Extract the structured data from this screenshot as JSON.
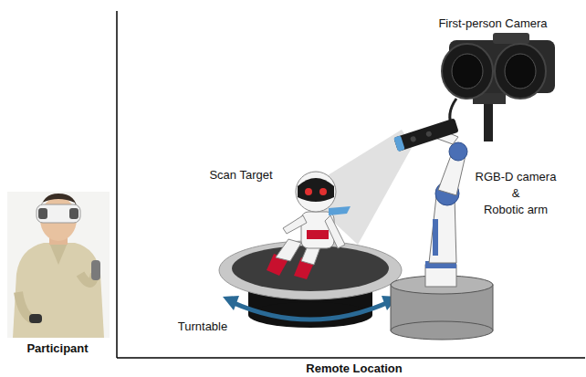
{
  "diagram": {
    "labels": [
      "First-person Camera",
      "Scan Target",
      "RGB-D camera",
      "&",
      "Robotic arm",
      "Turntable",
      "Participant",
      "Remote Location"
    ]
  }
}
